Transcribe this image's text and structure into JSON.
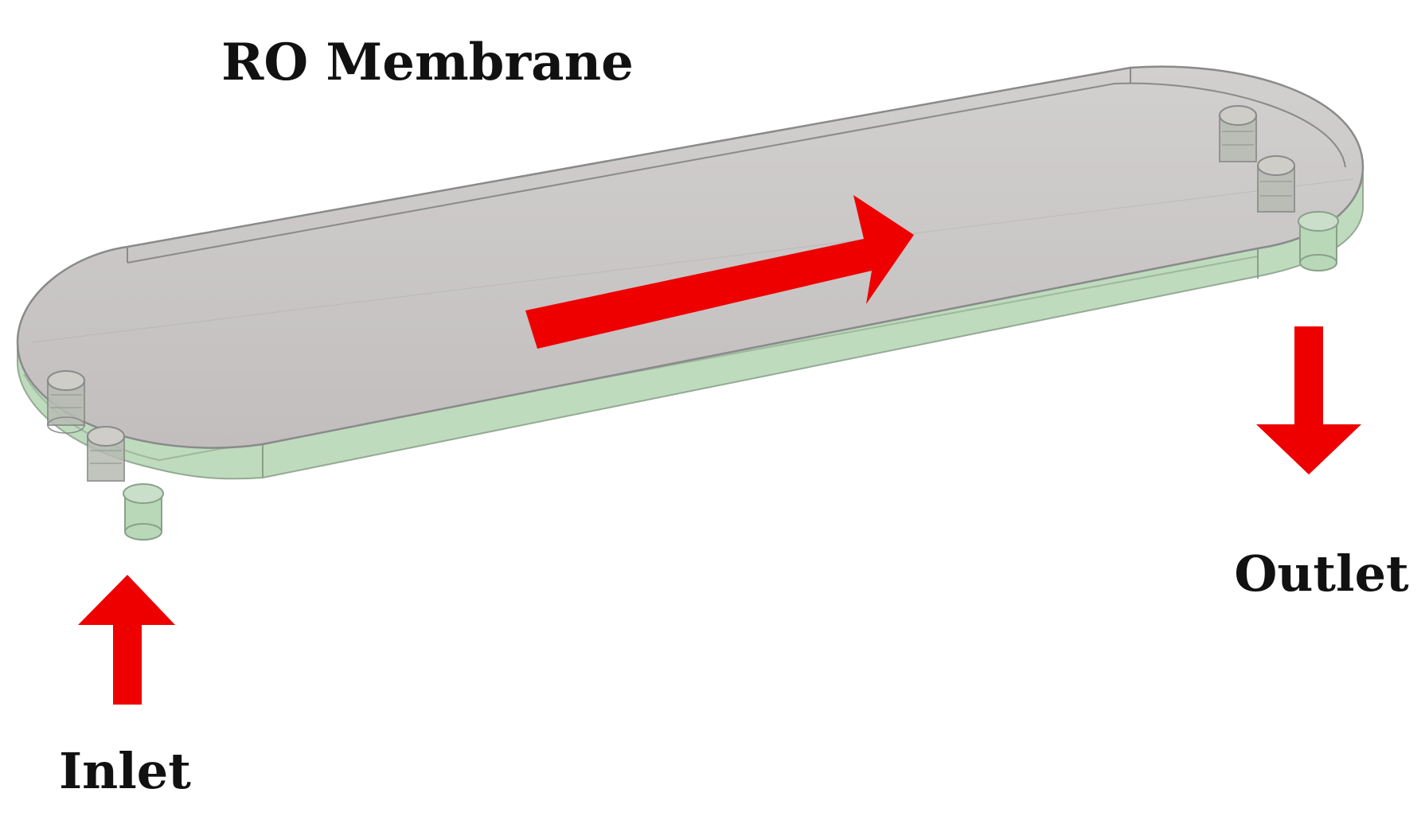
{
  "title": "RO Membrane",
  "labels": {
    "inlet": "Inlet",
    "outlet": "Outlet"
  },
  "colors": {
    "arrow": "#ee0000",
    "membrane_top": "#c8c4c4",
    "membrane_side": "#b5d9b8",
    "outline": "#8a8a8a"
  }
}
